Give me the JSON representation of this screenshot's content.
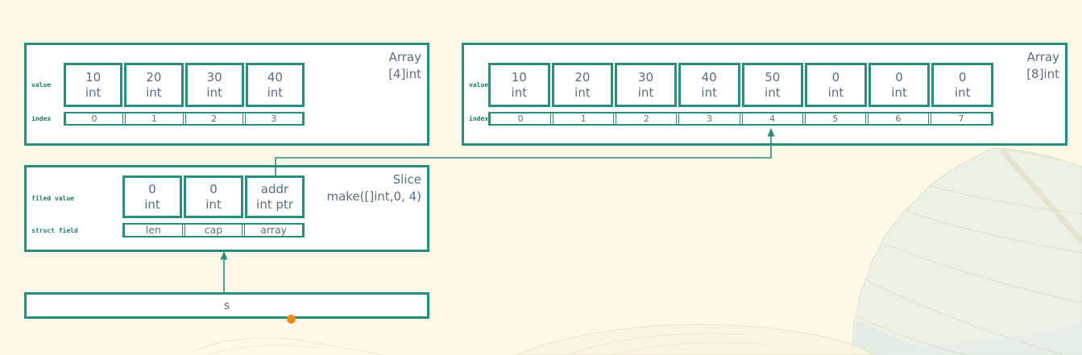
{
  "colors": {
    "background": "#fdf8e8",
    "box_border": "#2b8e7c",
    "box_fill": "#ffffff",
    "text": "#5b6d87",
    "small_label": "#1b7a69",
    "connector": "#2b8e7c",
    "handle_dot": "#f18c15"
  },
  "array4": {
    "title_line1": "Array",
    "title_line2": "[4]int",
    "row_labels": {
      "value": "value",
      "index": "index"
    },
    "cells": [
      {
        "value": "10",
        "type": "int",
        "index": "0"
      },
      {
        "value": "20",
        "type": "int",
        "index": "1"
      },
      {
        "value": "30",
        "type": "int",
        "index": "2"
      },
      {
        "value": "40",
        "type": "int",
        "index": "3"
      }
    ]
  },
  "array8": {
    "title_line1": "Array",
    "title_line2": "[8]int",
    "row_labels": {
      "value": "value",
      "index": "index"
    },
    "cells": [
      {
        "value": "10",
        "type": "int",
        "index": "0"
      },
      {
        "value": "20",
        "type": "int",
        "index": "1"
      },
      {
        "value": "30",
        "type": "int",
        "index": "2"
      },
      {
        "value": "40",
        "type": "int",
        "index": "3"
      },
      {
        "value": "50",
        "type": "int",
        "index": "4"
      },
      {
        "value": "0",
        "type": "int",
        "index": "5"
      },
      {
        "value": "0",
        "type": "int",
        "index": "6"
      },
      {
        "value": "0",
        "type": "int",
        "index": "7"
      }
    ]
  },
  "slice": {
    "title_line1": "Slice",
    "title_line2": "make([]int,0, 4)",
    "row_labels": {
      "field_value": "filed value",
      "struct_field": "struct field"
    },
    "cells": [
      {
        "value": "0",
        "type": "int",
        "field": "len"
      },
      {
        "value": "0",
        "type": "int",
        "field": "cap"
      },
      {
        "value": "addr",
        "type": "int ptr",
        "field": "array"
      }
    ]
  },
  "variable_box": {
    "label": "s"
  }
}
